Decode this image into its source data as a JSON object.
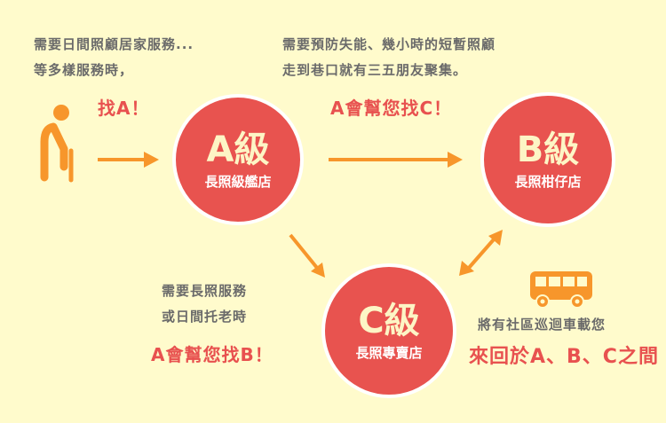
{
  "intro": {
    "line1": "需要日間照顧居家服務...",
    "line2": "等多樣服務時，",
    "cta": "找A！"
  },
  "ab": {
    "line1": "需要預防失能、幾小時的短暫照顧",
    "line2": "走到巷口就有三五朋友聚集。",
    "cta": "A會幫您找C！"
  },
  "ac": {
    "line1": "需要長照服務",
    "line2": "或日間托老時",
    "cta": "A會幫您找B！"
  },
  "bus": {
    "line1": "將有社區巡迴車載您",
    "line2": "來回於A、B、C之間"
  },
  "nodes": [
    {
      "title": "A級",
      "subtitle": "長照級艦店"
    },
    {
      "title": "B級",
      "subtitle": "長照柑仔店"
    },
    {
      "title": "C級",
      "subtitle": "長照專賣店"
    }
  ],
  "colors": {
    "background": "#fffbcc",
    "red": "#e8534f",
    "orange": "#f7962b",
    "gray": "#6a6a6a"
  }
}
